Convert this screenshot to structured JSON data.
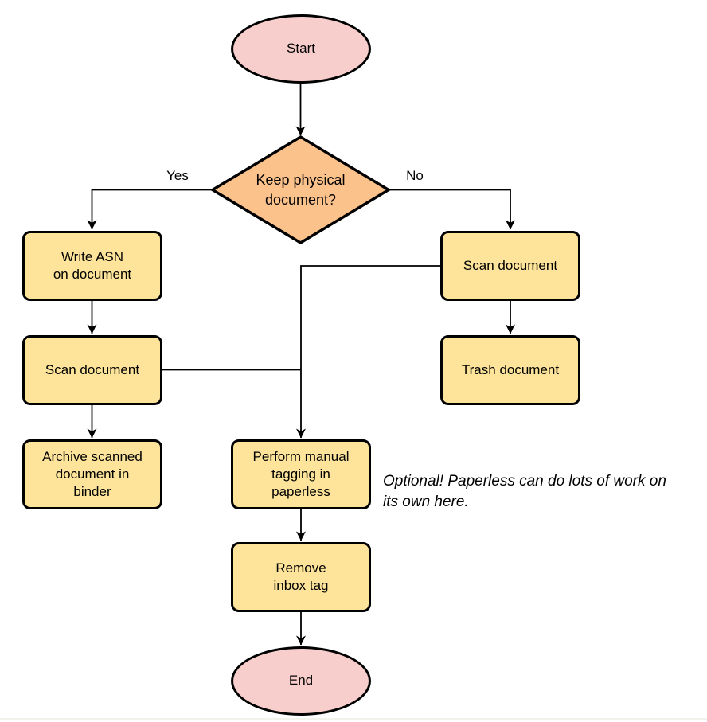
{
  "nodes": {
    "start": {
      "type": "terminator",
      "label": "Start"
    },
    "decision": {
      "type": "decision",
      "label": "Keep physical\ndocument?"
    },
    "write_asn": {
      "type": "process",
      "label": "Write ASN\non document"
    },
    "scan_left": {
      "type": "process",
      "label": "Scan document"
    },
    "archive": {
      "type": "process",
      "label": "Archive scanned\ndocument in\nbinder"
    },
    "scan_right": {
      "type": "process",
      "label": "Scan document"
    },
    "trash": {
      "type": "process",
      "label": "Trash document"
    },
    "tagging": {
      "type": "process",
      "label": "Perform manual\ntagging in\npaperless"
    },
    "remove_inbox": {
      "type": "process",
      "label": "Remove\ninbox tag"
    },
    "end": {
      "type": "terminator",
      "label": "End"
    }
  },
  "edges": [
    {
      "from": "start",
      "to": "decision",
      "label": ""
    },
    {
      "from": "decision",
      "to": "write_asn",
      "label": "Yes"
    },
    {
      "from": "write_asn",
      "to": "scan_left",
      "label": ""
    },
    {
      "from": "scan_left",
      "to": "archive",
      "label": ""
    },
    {
      "from": "decision",
      "to": "scan_right",
      "label": "No"
    },
    {
      "from": "scan_right",
      "to": "trash",
      "label": ""
    },
    {
      "from": "scan_left",
      "to": "tagging",
      "label": ""
    },
    {
      "from": "scan_right",
      "to": "tagging",
      "label": ""
    },
    {
      "from": "tagging",
      "to": "remove_inbox",
      "label": ""
    },
    {
      "from": "remove_inbox",
      "to": "end",
      "label": ""
    }
  ],
  "note": {
    "text": "Optional! Paperless can do lots of work on\nits own here."
  },
  "colors": {
    "terminator_fill": "#f8cecc",
    "decision_fill": "#fcc28c",
    "process_fill": "#fde49a",
    "stroke": "#000000",
    "background": "#ffffff"
  }
}
